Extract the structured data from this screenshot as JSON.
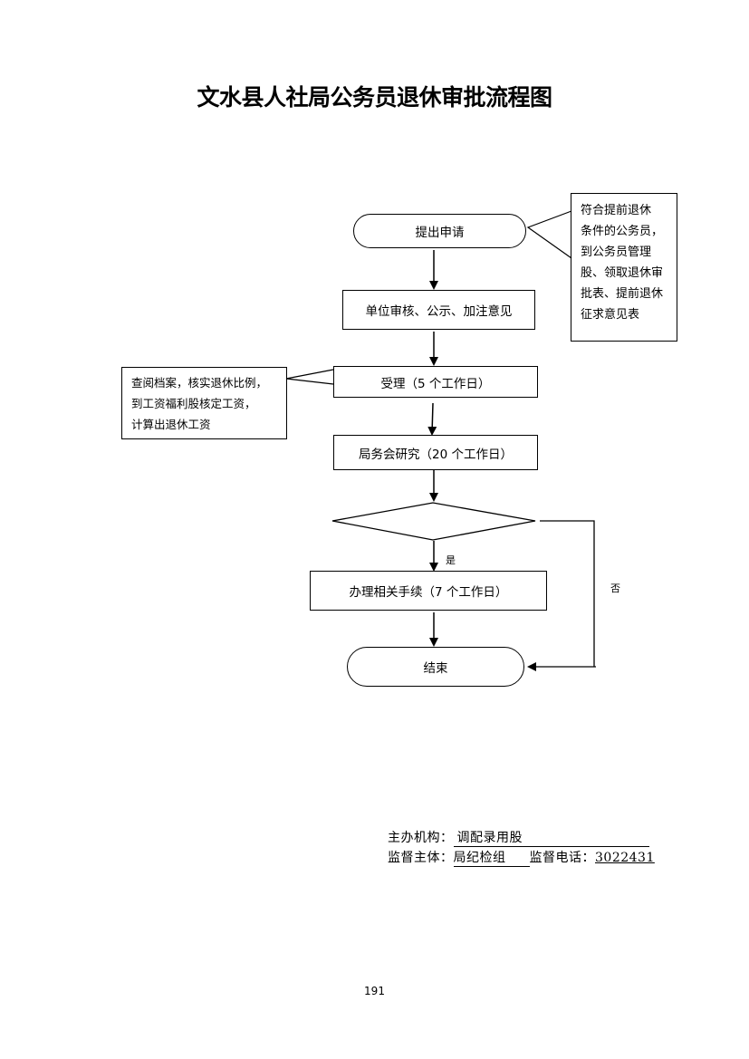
{
  "title": "文水县人社局公务员退休审批流程图",
  "nodes": {
    "submit": "提出申请",
    "unit_review": "单位审核、公示、加注意见",
    "accept": "受理（5 个工作日）",
    "bureau_study": "局务会研究（20 个工作日）",
    "decision": "",
    "process": "办理相关手续（7 个工作日）",
    "end": "结束"
  },
  "edges": {
    "yes": "是",
    "no": "否"
  },
  "notes": {
    "early_retire": [
      "符合提前退休",
      "条件的公务员，",
      "到公务员管理",
      "股、领取退休审",
      "批表、提前退休",
      "征求意见表"
    ],
    "archive": [
      "查阅档案，核实退休比例，",
      "到工资福利股核定工资，",
      "计算出退休工资"
    ]
  },
  "footer": {
    "org_label": "主办机构：",
    "org_value": "调配录用股",
    "supervisor_label": "监督主体：",
    "supervisor_value": "局纪检组",
    "phone_label": "监督电话：",
    "phone_value": "3022431"
  },
  "page_number": "191"
}
